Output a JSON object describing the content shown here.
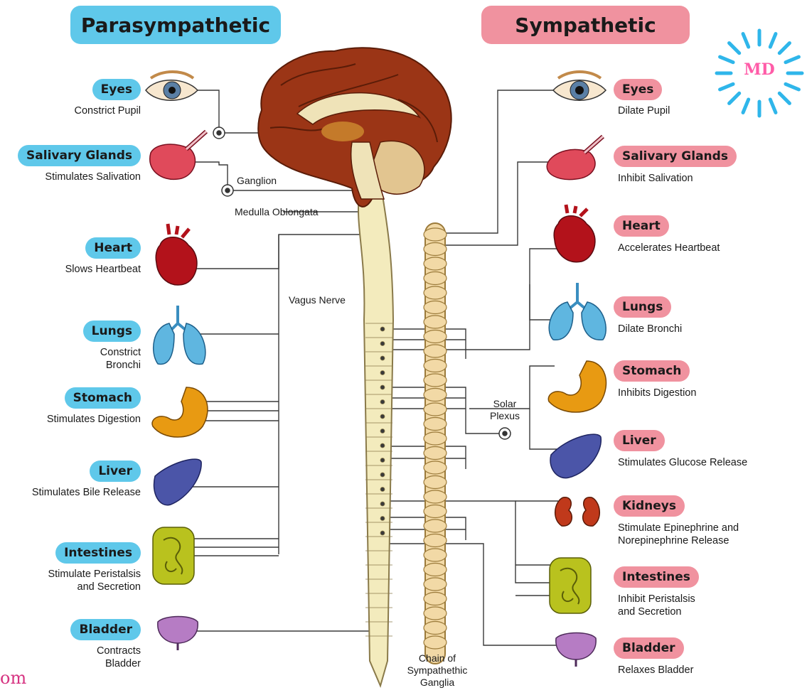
{
  "headers": {
    "left": "Parasympathetic",
    "right": "Sympathetic"
  },
  "parasympathetic": [
    {
      "organ": "Eyes",
      "effect": [
        "Constrict Pupil"
      ]
    },
    {
      "organ": "Salivary Glands",
      "effect": [
        "Stimulates Salivation"
      ]
    },
    {
      "organ": "Heart",
      "effect": [
        "Slows Heartbeat"
      ]
    },
    {
      "organ": "Lungs",
      "effect": [
        "Constrict",
        "Bronchi"
      ]
    },
    {
      "organ": "Stomach",
      "effect": [
        "Stimulates Digestion"
      ]
    },
    {
      "organ": "Liver",
      "effect": [
        "Stimulates Bile Release"
      ]
    },
    {
      "organ": "Intestines",
      "effect": [
        "Stimulate Peristalsis",
        "and Secretion"
      ]
    },
    {
      "organ": "Bladder",
      "effect": [
        "Contracts",
        "Bladder"
      ]
    }
  ],
  "sympathetic": [
    {
      "organ": "Eyes",
      "effect": [
        "Dilate Pupil"
      ]
    },
    {
      "organ": "Salivary Glands",
      "effect": [
        "Inhibit Salivation"
      ]
    },
    {
      "organ": "Heart",
      "effect": [
        "Accelerates Heartbeat"
      ]
    },
    {
      "organ": "Lungs",
      "effect": [
        "Dilate Bronchi"
      ]
    },
    {
      "organ": "Stomach",
      "effect": [
        "Inhibits Digestion"
      ]
    },
    {
      "organ": "Liver",
      "effect": [
        "Stimulates Glucose Release"
      ]
    },
    {
      "organ": "Kidneys",
      "effect": [
        "Stimulate Epinephrine and",
        "Norepinephrine Release"
      ]
    },
    {
      "organ": "Intestines",
      "effect": [
        "Inhibit Peristalsis",
        "and Secretion"
      ]
    },
    {
      "organ": "Bladder",
      "effect": [
        "Relaxes Bladder"
      ]
    }
  ],
  "labels": {
    "ganglion": "Ganglion",
    "medulla": "Medulla Oblongata",
    "vagus": "Vagus Nerve",
    "solar_plexus": [
      "Solar",
      "Plexus"
    ],
    "chain": [
      "Chain of",
      "Sympathethic",
      "Ganglia"
    ]
  },
  "logo_text": "MD",
  "watermark": "om",
  "colors": {
    "parasympathetic": "#5fc8ea",
    "sympathetic": "#f0929f",
    "brain": "#9b3516",
    "spinal_cord": "#f3ebbd",
    "heart": "#b3121b",
    "lungs": "#5fb6e0",
    "stomach": "#e89a12",
    "liver": "#4b55a8",
    "kidney": "#c0391b",
    "intestines": "#b9c21e",
    "bladder": "#b67cc4",
    "salivary": "#e04a5b",
    "watermark": "#d63381",
    "logo": "#2fb6ea"
  },
  "icons": [
    "eye-icon",
    "salivary-gland-icon",
    "heart-icon",
    "lungs-icon",
    "stomach-icon",
    "liver-icon",
    "kidneys-icon",
    "intestines-icon",
    "bladder-icon",
    "brain-icon",
    "spinal-cord-icon",
    "ganglion-icon"
  ]
}
